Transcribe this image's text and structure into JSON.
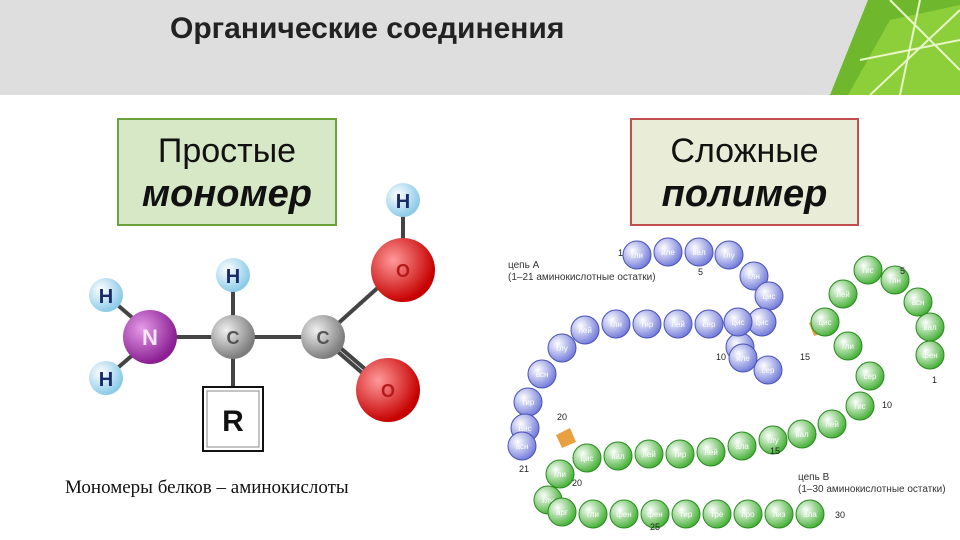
{
  "title": "Органические соединения",
  "simple": {
    "line1": "Простые",
    "line2": "мономер"
  },
  "complex": {
    "line1": "Сложные",
    "line2": "полимер"
  },
  "caption": "Мономеры белков – аминокислоты",
  "molecule": {
    "atoms": {
      "n": "N",
      "c1": "C",
      "c2": "C",
      "o1": "O",
      "o2": "O",
      "h": "H",
      "r": "R"
    }
  },
  "protein": {
    "chain_a_label": "цепь А",
    "chain_a_desc": "(1–21 аминокислотные остатки)",
    "chain_b_label": "цепь В",
    "chain_b_desc": "(1–30 аминокислотные остатки)",
    "chain_a_residues": [
      "гли",
      "иле",
      "вал",
      "глу",
      "глн",
      "цис",
      "цис",
      "тре",
      "сер",
      "иле",
      "цис",
      "сер",
      "лей",
      "тир",
      "глн",
      "лей",
      "глу",
      "асн",
      "тир",
      "цис",
      "асн"
    ],
    "chain_b_residues": [
      "фен",
      "вал",
      "асн",
      "глн",
      "гис",
      "лей",
      "цис",
      "гли",
      "сер",
      "гис",
      "лей",
      "вал",
      "глу",
      "ала",
      "лей",
      "тир",
      "лей",
      "вал",
      "цис",
      "гли",
      "глу",
      "арг",
      "гли",
      "фен",
      "фен",
      "тир",
      "тре",
      "про",
      "лиз",
      "ала"
    ],
    "numbers": [
      "1",
      "5",
      "10",
      "15",
      "20",
      "21",
      "1",
      "5",
      "10",
      "15",
      "20",
      "25",
      "30"
    ]
  },
  "colors": {
    "header_bg": "#dedede",
    "simple_box_bg": "#d7e8c6",
    "simple_box_border": "#6aa23d",
    "complex_box_bg": "#e9edd7",
    "complex_box_border": "#c0504d",
    "chain_a": "#7d86e0",
    "chain_b": "#5fbf4b",
    "bridge": "#e8a040"
  }
}
